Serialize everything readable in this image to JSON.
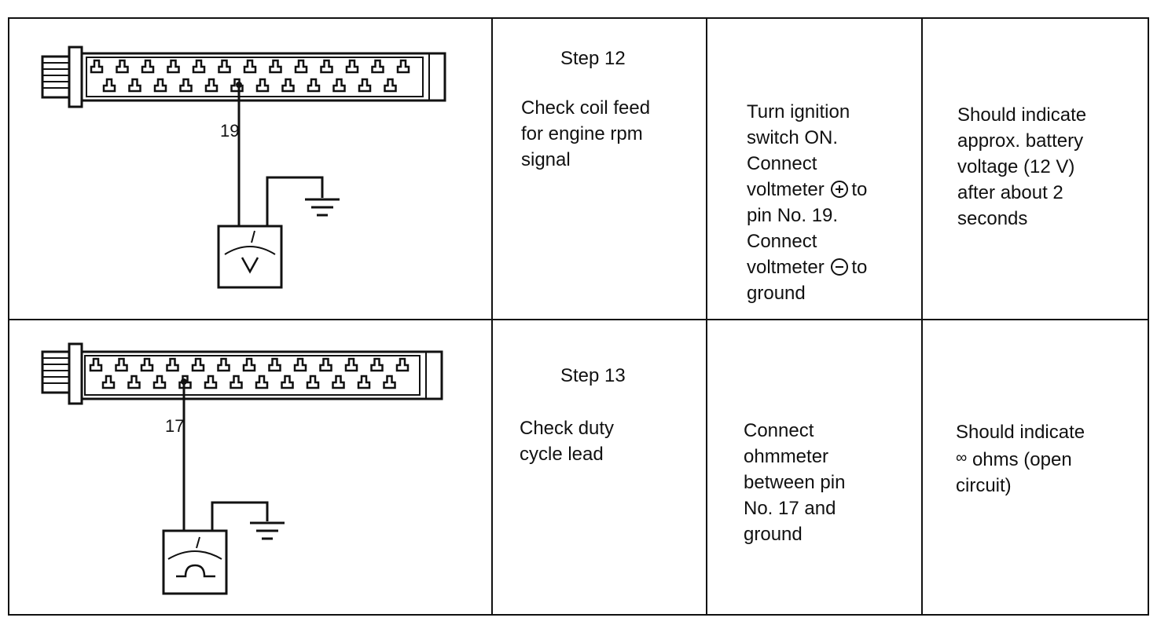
{
  "rows": [
    {
      "pin_label": "19",
      "meter_symbol": "V",
      "step": "Step 12",
      "test": [
        "Check coil feed",
        "for engine rpm",
        "signal"
      ],
      "procedure": {
        "line1": "Turn ignition",
        "line2": "switch ON.",
        "line3": "Connect",
        "line4a": "voltmeter",
        "line4b": "to",
        "line5": "pin No. 19.",
        "line6": "Connect",
        "line7a": "voltmeter",
        "line7b": "to",
        "line8": "ground"
      },
      "result": [
        "Should indicate",
        "approx. battery",
        "voltage (12 V)",
        "after about 2",
        "seconds"
      ]
    },
    {
      "pin_label": "17",
      "step": "Step 13",
      "test": [
        "Check duty",
        "cycle lead"
      ],
      "procedure": [
        "Connect",
        "ohmmeter",
        "between pin",
        "No. 17 and",
        "ground"
      ],
      "result": {
        "line1": "Should indicate",
        "line2_symbol": "∞",
        "line2_text": "ohms (open",
        "line3": "circuit)"
      }
    }
  ],
  "icons": {
    "plus": "circled-plus-icon",
    "minus": "circled-minus-icon",
    "ground": "ground-symbol-icon"
  }
}
